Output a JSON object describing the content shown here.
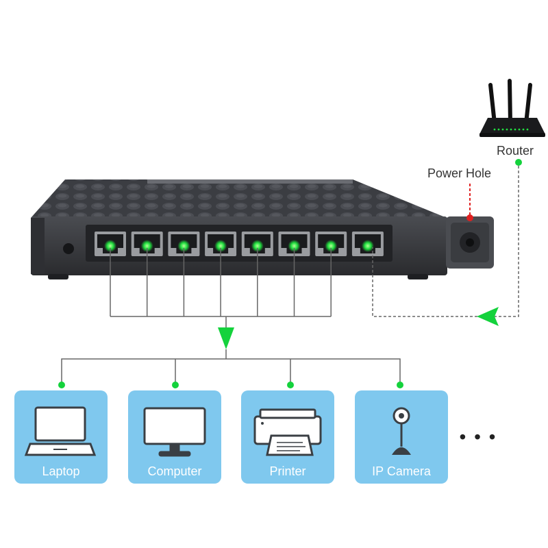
{
  "labels": {
    "router": "Router",
    "power_hole": "Power Hole",
    "more": "• • •"
  },
  "devices": [
    {
      "label": "Laptop",
      "icon": "laptop-icon"
    },
    {
      "label": "Computer",
      "icon": "computer-icon"
    },
    {
      "label": "Printer",
      "icon": "printer-icon"
    },
    {
      "label": "IP Camera",
      "icon": "ip-camera-icon"
    }
  ],
  "switch": {
    "port_count": 8
  },
  "colors": {
    "card": "#7fc8ee",
    "connector": "#14d23c",
    "power_marker": "#e02020",
    "switch_body": "#3a3c40",
    "port_led": "#22e040"
  }
}
